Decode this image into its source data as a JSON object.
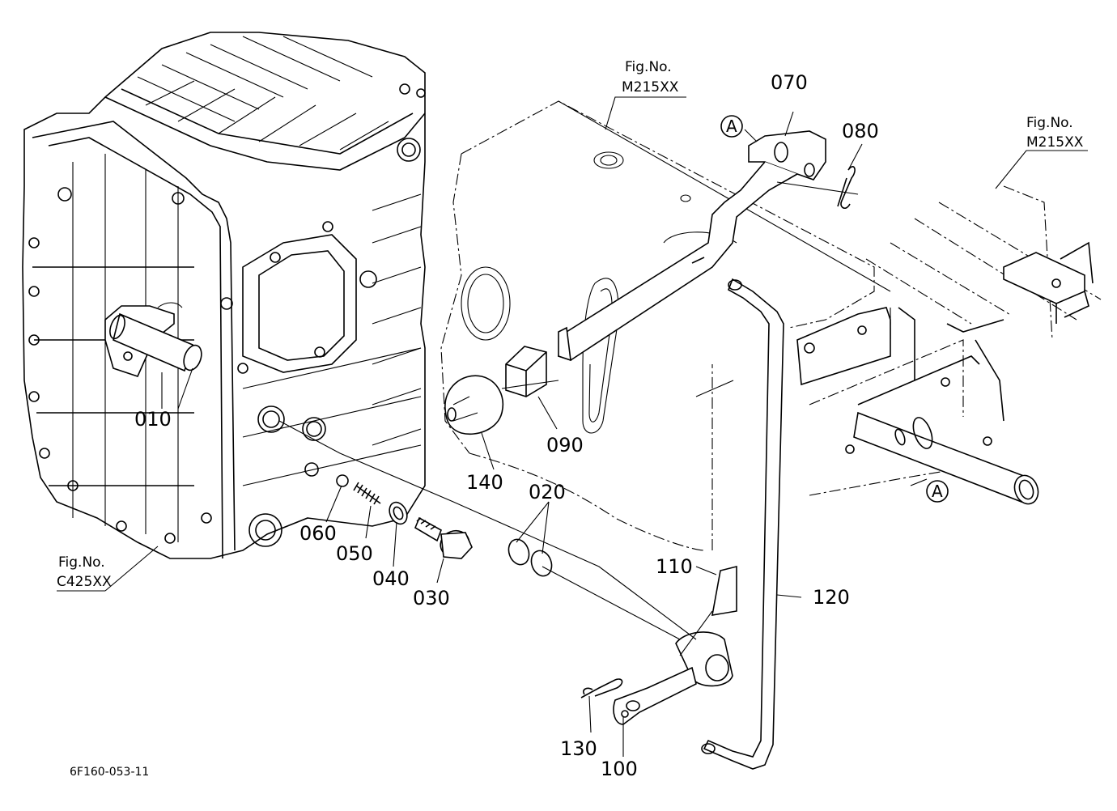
{
  "diagram": {
    "part_labels": {
      "p010": "010",
      "p020": "020",
      "p030": "030",
      "p040": "040",
      "p050": "050",
      "p060": "060",
      "p070": "070",
      "p080": "080",
      "p090": "090",
      "p100": "100",
      "p110": "110",
      "p120": "120",
      "p130": "130",
      "p140": "140"
    },
    "figure_refs": {
      "top_center": {
        "line1": "Fig.No.",
        "line2": "M215XX"
      },
      "top_right": {
        "line1": "Fig.No.",
        "line2": "M215XX"
      },
      "bottom_left": {
        "line1": "Fig.No.",
        "line2": "C425XX"
      }
    },
    "connection_marks": {
      "upper": "A",
      "lower": "A"
    },
    "drawing_code": "6F160-053-11"
  }
}
